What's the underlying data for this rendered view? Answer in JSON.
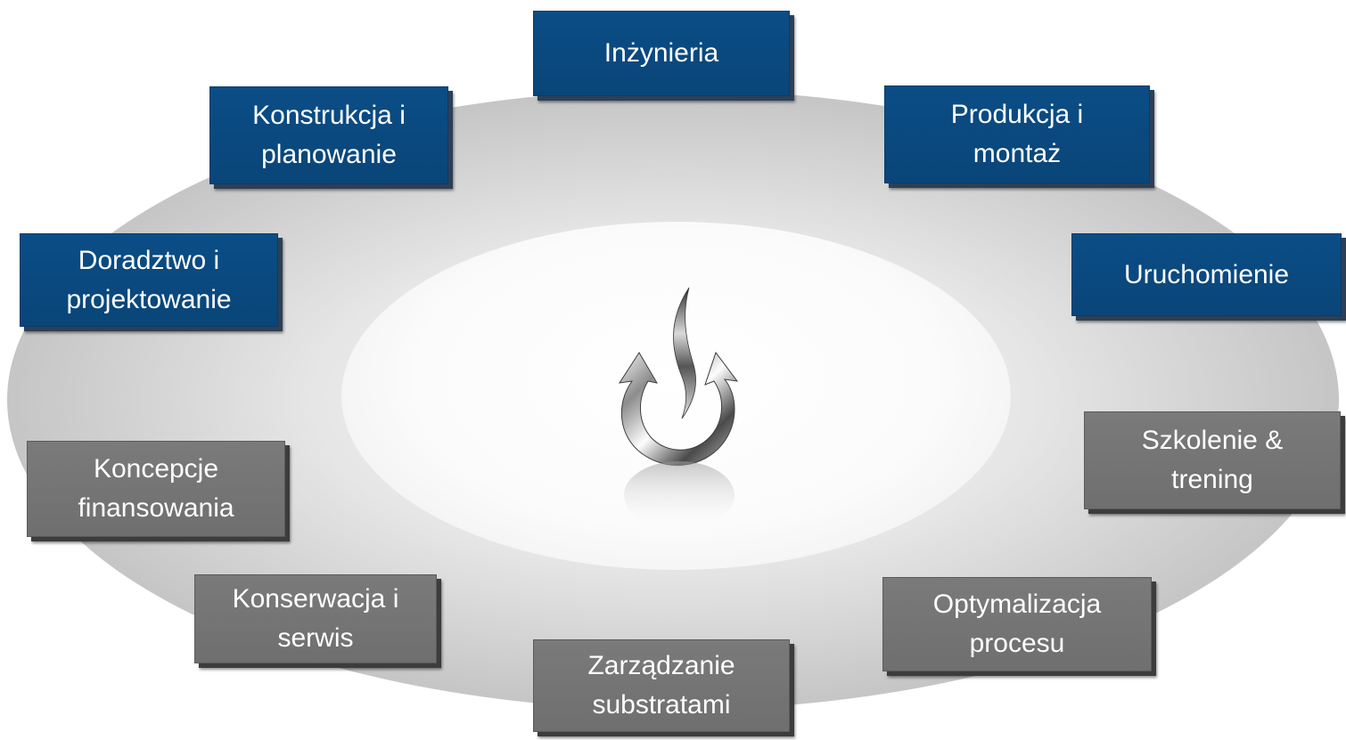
{
  "diagram": {
    "center_icon": "power-flame-icon",
    "colors": {
      "blue_box": "#0b4d86",
      "gray_box": "#727272",
      "ring": "#c4c4c4"
    },
    "nodes": [
      {
        "id": "inzynieria",
        "label": "Inżynieria",
        "style": "blue"
      },
      {
        "id": "produkcja",
        "label": "Produkcja  i\nmontaż",
        "style": "blue"
      },
      {
        "id": "uruchomienie",
        "label": "Uruchomienie",
        "style": "blue"
      },
      {
        "id": "szkolenie",
        "label": "Szkolenie &\ntrening",
        "style": "gray"
      },
      {
        "id": "optymalizacja",
        "label": "Optymalizacja\nprocesu",
        "style": "gray"
      },
      {
        "id": "zarzadzanie",
        "label": "Zarządzanie\nsubstratami",
        "style": "gray"
      },
      {
        "id": "konserwacja",
        "label": "Konserwacja i\nserwis",
        "style": "gray"
      },
      {
        "id": "koncepcje",
        "label": "Koncepcje\nfinansowania",
        "style": "gray"
      },
      {
        "id": "doradztwo",
        "label": "Doradztwo i\nprojektowanie",
        "style": "blue"
      },
      {
        "id": "konstrukcja",
        "label": "Konstrukcja i\nplanowanie",
        "style": "blue"
      }
    ]
  }
}
